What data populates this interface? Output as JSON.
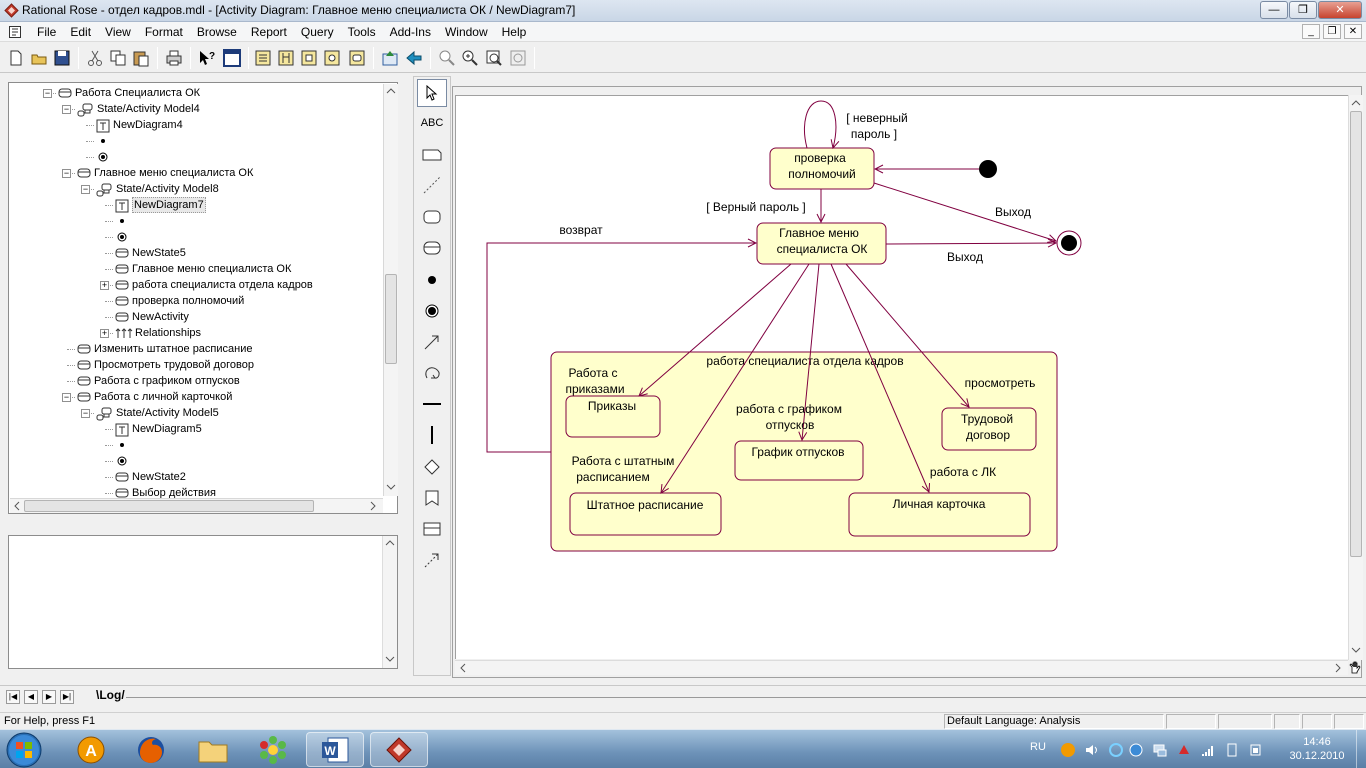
{
  "window": {
    "title": "Rational Rose - отдел кадров.mdl - [Activity Diagram: Главное меню специалиста ОК / NewDiagram7]",
    "minimize_label": "—",
    "maximize_label": "❐",
    "close_label": "✕"
  },
  "menubar": {
    "items": [
      "File",
      "Edit",
      "View",
      "Format",
      "Browse",
      "Report",
      "Query",
      "Tools",
      "Add-Ins",
      "Window",
      "Help"
    ],
    "mdi_minimize": "_",
    "mdi_restore": "❐",
    "mdi_close": "✕"
  },
  "toolbar": {
    "icons": [
      "new-icon",
      "open-icon",
      "save-icon",
      "cut-icon",
      "copy-icon",
      "paste-icon",
      "print-icon",
      "context-help-icon",
      "view-doc-icon",
      "browse-class-icon",
      "browse-interaction-icon",
      "browse-component-icon",
      "browse-deployment-icon",
      "browse-parent-icon",
      "browse-previous-icon",
      "zoom-fit-icon",
      "zoom-in-icon",
      "zoom-out-icon",
      "fit-window-icon",
      "undo-fit-icon"
    ]
  },
  "browser": {
    "tree": [
      {
        "label": "Работа Специалиста ОК",
        "icon": "activity-icon",
        "level": 0,
        "expander": "−"
      },
      {
        "label": "State/Activity Model4",
        "icon": "state-model-icon",
        "level": 1,
        "expander": "−"
      },
      {
        "label": "NewDiagram4",
        "icon": "diagram-icon",
        "level": 2,
        "expander": ""
      },
      {
        "label": "",
        "icon": "start-state-icon",
        "level": 2,
        "expander": ""
      },
      {
        "label": "",
        "icon": "end-state-icon",
        "level": 2,
        "expander": ""
      },
      {
        "label": "Главное меню специалиста ОК",
        "icon": "activity-icon",
        "level": 1,
        "expander": "−"
      },
      {
        "label": "State/Activity Model8",
        "icon": "state-model-icon",
        "level": 2,
        "expander": "−"
      },
      {
        "label": "NewDiagram7",
        "icon": "diagram-icon",
        "level": 3,
        "expander": "",
        "selected": true
      },
      {
        "label": "",
        "icon": "start-state-icon",
        "level": 3,
        "expander": ""
      },
      {
        "label": "",
        "icon": "end-state-icon",
        "level": 3,
        "expander": ""
      },
      {
        "label": "NewState5",
        "icon": "state-icon",
        "level": 3,
        "expander": ""
      },
      {
        "label": "Главное меню специалиста ОК",
        "icon": "state-icon",
        "level": 3,
        "expander": ""
      },
      {
        "label": "работа специалиста отдела кадров",
        "icon": "state-icon",
        "level": 3,
        "expander": "+"
      },
      {
        "label": "проверка полномочий",
        "icon": "state-icon",
        "level": 3,
        "expander": ""
      },
      {
        "label": "NewActivity",
        "icon": "state-icon",
        "level": 3,
        "expander": ""
      },
      {
        "label": "Relationships",
        "icon": "relationships-icon",
        "level": 3,
        "expander": "+"
      },
      {
        "label": "Изменить штатное расписание",
        "icon": "activity-icon",
        "level": 1,
        "expander": ""
      },
      {
        "label": "Просмотреть трудовой договор",
        "icon": "activity-icon",
        "level": 1,
        "expander": ""
      },
      {
        "label": "Работа с графиком отпусков",
        "icon": "activity-icon",
        "level": 1,
        "expander": ""
      },
      {
        "label": "Работа с личной карточкой",
        "icon": "activity-icon",
        "level": 1,
        "expander": "−"
      },
      {
        "label": "State/Activity Model5",
        "icon": "state-model-icon",
        "level": 2,
        "expander": "−"
      },
      {
        "label": "NewDiagram5",
        "icon": "diagram-icon",
        "level": 3,
        "expander": ""
      },
      {
        "label": "",
        "icon": "start-state-icon",
        "level": 3,
        "expander": ""
      },
      {
        "label": "",
        "icon": "end-state-icon",
        "level": 3,
        "expander": ""
      },
      {
        "label": "NewState2",
        "icon": "state-icon",
        "level": 3,
        "expander": ""
      },
      {
        "label": "Выбор действия",
        "icon": "state-icon",
        "level": 3,
        "expander": ""
      }
    ]
  },
  "palette": {
    "items": [
      "pointer-tool",
      "text-tool",
      "note-tool",
      "anchor-note-tool",
      "state-tool",
      "activity-tool",
      "start-state-tool",
      "end-state-tool",
      "transition-tool",
      "self-transition-tool",
      "horizontal-sync-tool",
      "vertical-sync-tool",
      "decision-tool",
      "object-tool",
      "swimlane-tool",
      "object-flow-tool"
    ],
    "text_tool_label": "ABC"
  },
  "diagram": {
    "states": {
      "check": [
        "проверка",
        "полномочий"
      ],
      "main_menu": [
        "Главное меню",
        "специалиста ОК"
      ],
      "superstate": "работа специалиста отдела кадров",
      "orders": "Приказы",
      "vacation": "График отпусков",
      "contract": [
        "Трудовой",
        "договор"
      ],
      "staffing": "Штатное расписание",
      "card": "Личная карточка"
    },
    "transitions": {
      "wrong_password": [
        "[ неверный",
        "пароль ]"
      ],
      "right_password": "[ Верный пароль ]",
      "exit1": "Выход",
      "exit2": "Выход",
      "return": "возврат",
      "orders": [
        "Работа с",
        "приказами"
      ],
      "vacation": [
        "работа с графиком",
        "отпусков"
      ],
      "contract": "просмотреть",
      "staffing": [
        "Работа с штатным",
        "расписанием"
      ],
      "card": "работа с ЛК"
    },
    "colors": {
      "state_fill": "#ffffcc",
      "state_border": "#800040",
      "line": "#800040"
    }
  },
  "log": {
    "tab_label": "\\Log/"
  },
  "status": {
    "help": "For Help, press F1",
    "language": "Default Language: Analysis"
  },
  "taskbar": {
    "apps": [
      "windows-start-icon",
      "aimp-icon",
      "firefox-icon",
      "explorer-icon",
      "icq-icon",
      "word-icon",
      "rational-rose-icon"
    ],
    "lang": "RU",
    "time": "14:46",
    "date": "30.12.2010"
  }
}
